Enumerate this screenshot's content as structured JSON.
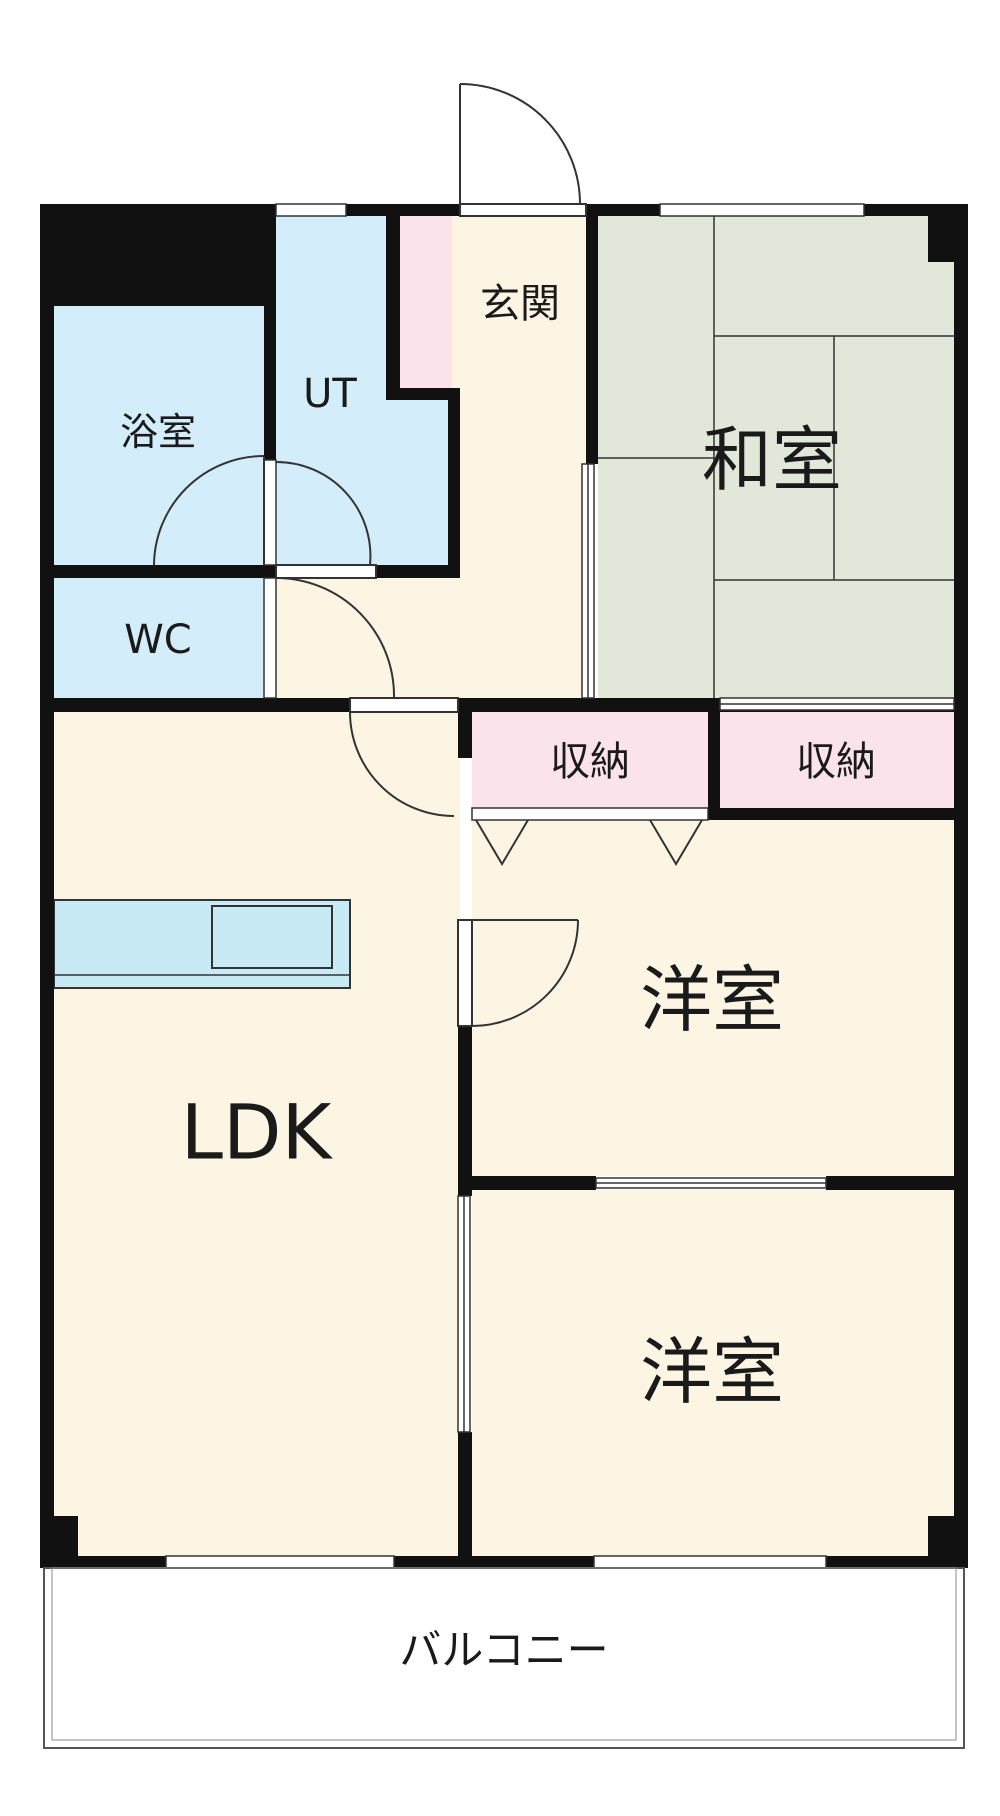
{
  "colors": {
    "wall": "#111111",
    "wet_area": "#d3eefa",
    "living": "#fcf5e4",
    "tatami": "#e1e7d9",
    "storage": "#fbe3ec",
    "counter": "#c8eaf5"
  },
  "rooms": {
    "genkan": "玄関",
    "bath": "浴室",
    "ut": "UT",
    "wc": "WC",
    "washitsu": "和室",
    "storage_1": "収納",
    "storage_2": "収納",
    "ldk": "LDK",
    "yoshitsu_1": "洋室",
    "yoshitsu_2": "洋室",
    "balcony": "バルコニー"
  }
}
